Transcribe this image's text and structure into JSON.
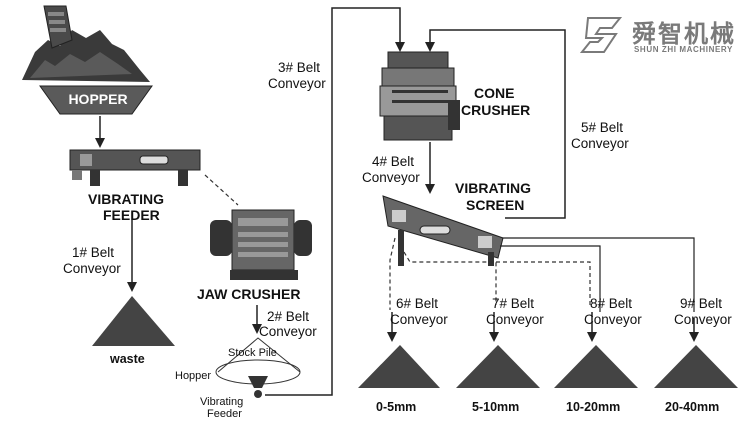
{
  "brand": {
    "name_cn": "舜智机械",
    "name_en": "SHUN ZHI MACHINERY",
    "color": "#7a7a7a"
  },
  "equipment": {
    "hopper": "HOPPER",
    "vibrating_feeder": [
      "VIBRATING",
      "FEEDER"
    ],
    "jaw_crusher": "JAW CRUSHER",
    "cone_crusher": [
      "CONE",
      "CRUSHER"
    ],
    "vibrating_screen": [
      "VIBRATING",
      "SCREEN"
    ],
    "stock_pile": "Stock Pile",
    "stock_hopper": "Hopper",
    "stock_feeder": [
      "Vibrating",
      "Feeder"
    ]
  },
  "conveyors": {
    "c1": [
      "1# Belt",
      "Conveyor"
    ],
    "c2": [
      "2# Belt",
      "Conveyor"
    ],
    "c3": [
      "3# Belt",
      "Conveyor"
    ],
    "c4": [
      "4# Belt",
      "Conveyor"
    ],
    "c5": [
      "5# Belt",
      "Conveyor"
    ],
    "c6": [
      "6# Belt",
      "Conveyor"
    ],
    "c7": [
      "7# Belt",
      "Conveyor"
    ],
    "c8": [
      "8# Belt",
      "Conveyor"
    ],
    "c9": [
      "9# Belt",
      "Conveyor"
    ]
  },
  "outputs": {
    "waste": "waste",
    "p1": "0-5mm",
    "p2": "5-10mm",
    "p3": "10-20mm",
    "p4": "20-40mm"
  },
  "colors": {
    "machine_dark": "#3a3a3a",
    "pile": "#444444",
    "line": "#222222"
  }
}
